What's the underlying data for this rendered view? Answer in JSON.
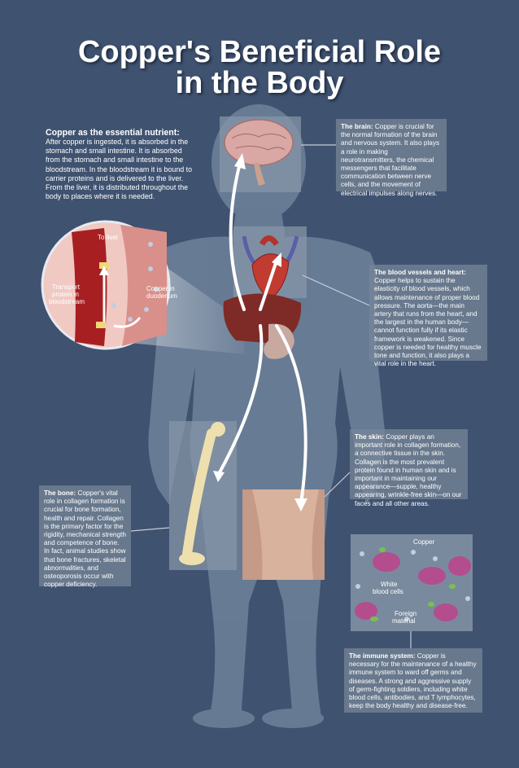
{
  "title": {
    "line1": "Copper's Beneficial Role",
    "line2": "in the Body"
  },
  "intro": {
    "heading": "Copper as the essential nutrient:",
    "text": "After copper is ingested, it is absorbed in the stomach and small intestine. It is absorbed from the stomach and small intestine to the bloodstream. In the bloodstream it is bound to carrier proteins and is delivered to the liver. From the liver, it is distributed throughout the body to places where it is needed."
  },
  "brain": {
    "heading": "The brain:",
    "text": "Copper is crucial for the normal formation of the brain and nervous system. It also plays a role in making neurotransmitters, the chemical messengers that facilitate communication between nerve cells, and the movement of electrical impulses along nerves."
  },
  "heart": {
    "heading": "The blood vessels and heart:",
    "text": "Copper helps to sustain the elasticity of blood vessels, which allows maintenance of proper blood pressure. The aorta—the main artery that runs from the heart, and the largest in the human body—cannot function fully if its elastic framework is weakened. Since copper is needed for healthy muscle tone and function, it also plays a vital role in the heart."
  },
  "skin": {
    "heading": "The skin:",
    "text": "Copper plays an important role in collagen formation, a connective tissue in the skin. Collagen is the most prevalent protein found in human skin and is important in maintaining our appearance—supple, healthy appearing, wrinkle-free skin—on our faces and all other areas."
  },
  "bone": {
    "heading": "The bone:",
    "text": "Copper's vital role in collagen formation is crucial for bone formation, health and repair. Collagen is the primary factor for the rigidity, mechanical strength and competence of bone. In fact, animal studies show that bone fractures, skeletal abnormalities, and osteoporosis occur with copper deficiency."
  },
  "immune": {
    "heading": "The immune system:",
    "text": "Copper is necessary for the maintenance of a healthy immune system to ward off germs and diseases. A strong and aggressive supply of germ-fighting soldiers, including white blood cells, antibodies, and T lymphocytes, keep the body healthy and disease-free."
  },
  "diagram_labels": {
    "to_liver": "To liver",
    "transport_1": "Transport",
    "transport_2": "protein in",
    "transport_3": "bloodstream",
    "copper_in_1": "Copper in",
    "copper_in_2": "duodenum",
    "copper": "Copper",
    "white_1": "White",
    "white_2": "blood cells",
    "foreign_1": "Foreign",
    "foreign_2": "material"
  },
  "colors": {
    "background": "#3f5270",
    "silhouette": "#6c7f98",
    "title": "#ffffff"
  }
}
